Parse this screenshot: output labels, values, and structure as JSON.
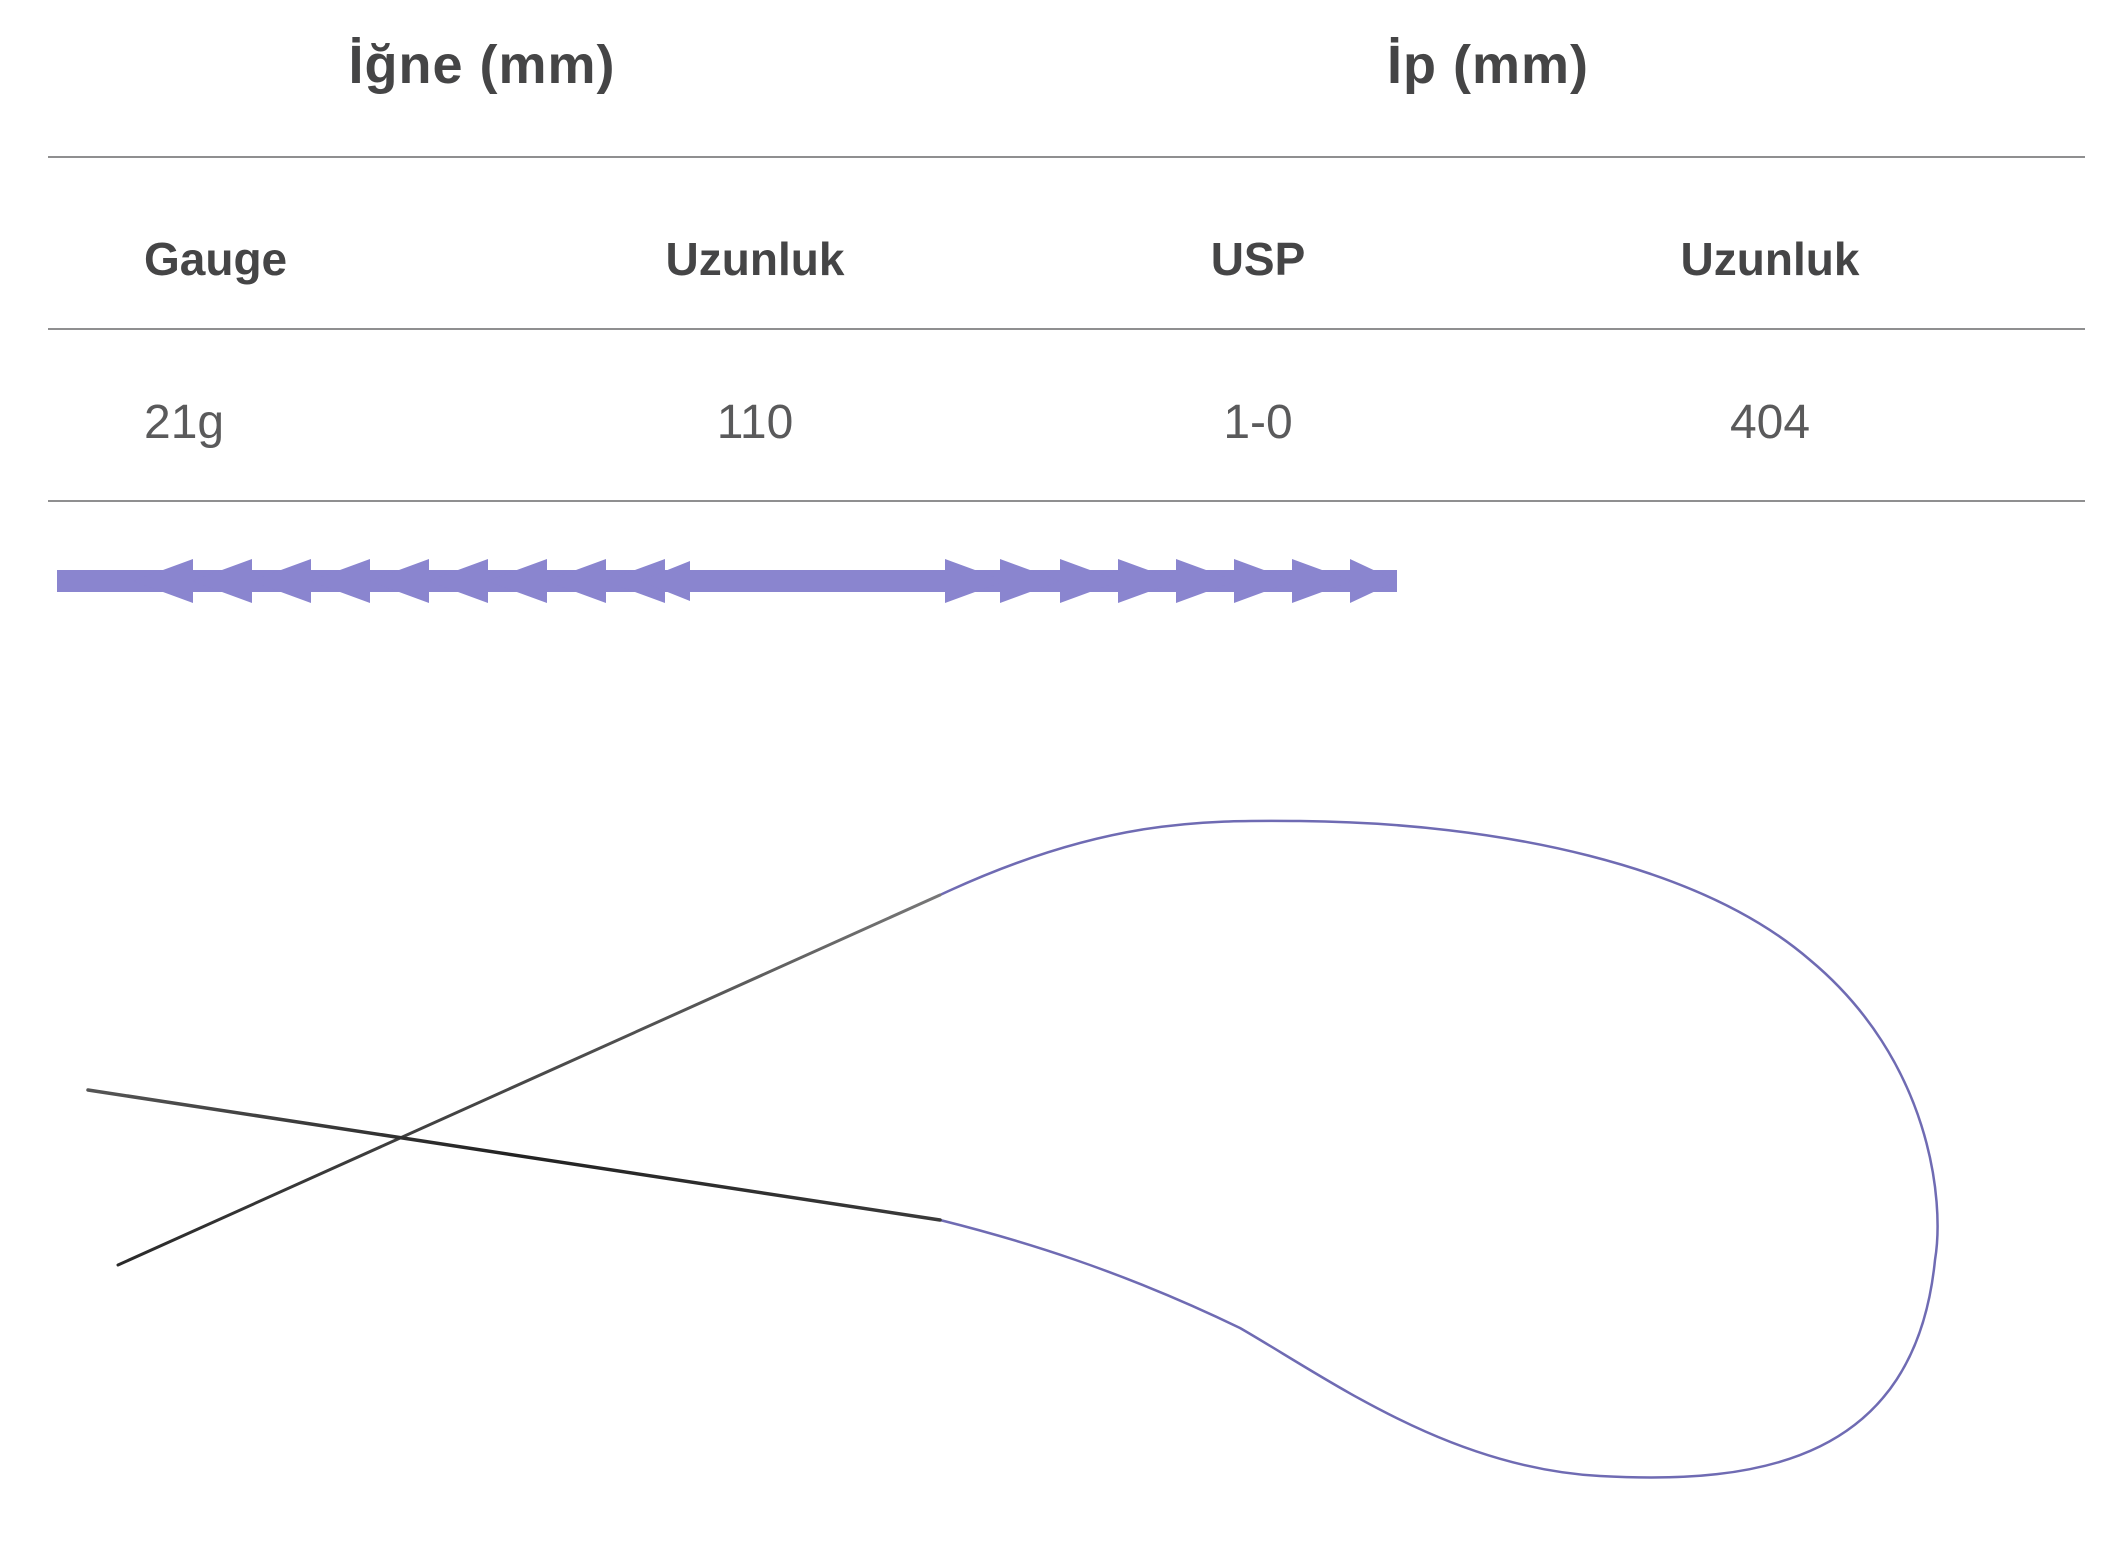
{
  "table": {
    "groups": {
      "needle": "İğne (mm)",
      "thread": "İp (mm)"
    },
    "columns": [
      "Gauge",
      "Uzunluk",
      "USP",
      "Uzunluk"
    ],
    "rows": [
      [
        "21g",
        "110",
        "1-0",
        "404"
      ]
    ]
  },
  "colors": {
    "text": "#454546",
    "rule": "#8f8f90",
    "thread_purple": "#8a85cf",
    "loop_line": "#6f6bb3",
    "needle_dark": "#3a3a3a"
  }
}
